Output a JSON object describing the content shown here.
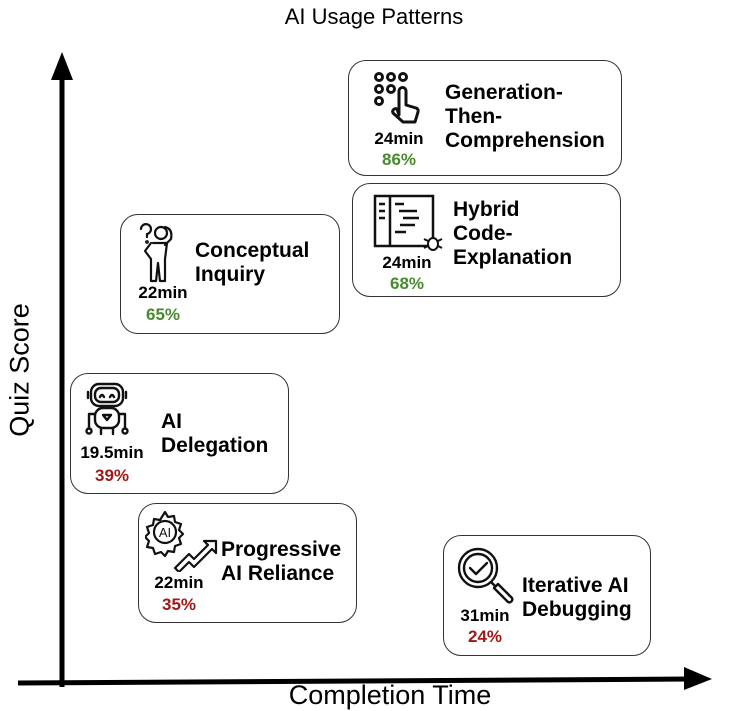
{
  "title": "AI Usage Patterns",
  "x_axis_label": "Completion Time",
  "y_axis_label": "Quiz Score",
  "colors": {
    "high_score": "#4a8a2e",
    "low_score": "#a01818"
  },
  "patterns": [
    {
      "name": "Generation-Then-Comprehension",
      "lines": [
        "Generation-",
        "Then-",
        "Comprehension"
      ],
      "time": "24min",
      "score": "86%",
      "score_level": "high",
      "icon": "hand-tap-keypad-icon"
    },
    {
      "name": "Hybrid Code-Explanation",
      "lines": [
        "Hybrid",
        "Code-",
        "Explanation"
      ],
      "time": "24min",
      "score": "68%",
      "score_level": "high",
      "icon": "code-document-bug-icon"
    },
    {
      "name": "Conceptual Inquiry",
      "lines": [
        "Conceptual",
        "Inquiry"
      ],
      "time": "22min",
      "score": "65%",
      "score_level": "high",
      "icon": "thinking-person-icon"
    },
    {
      "name": "AI Delegation",
      "lines": [
        "AI",
        "Delegation"
      ],
      "time": "19.5min",
      "score": "39%",
      "score_level": "low",
      "icon": "robot-icon"
    },
    {
      "name": "Progressive AI Reliance",
      "lines": [
        "Progressive",
        "AI Reliance"
      ],
      "time": "22min",
      "score": "35%",
      "score_level": "low",
      "icon": "ai-gear-trend-icon"
    },
    {
      "name": "Iterative AI Debugging",
      "lines": [
        "Iterative AI",
        "Debugging"
      ],
      "time": "31min",
      "score": "24%",
      "score_level": "low",
      "icon": "magnifier-check-icon"
    }
  ]
}
